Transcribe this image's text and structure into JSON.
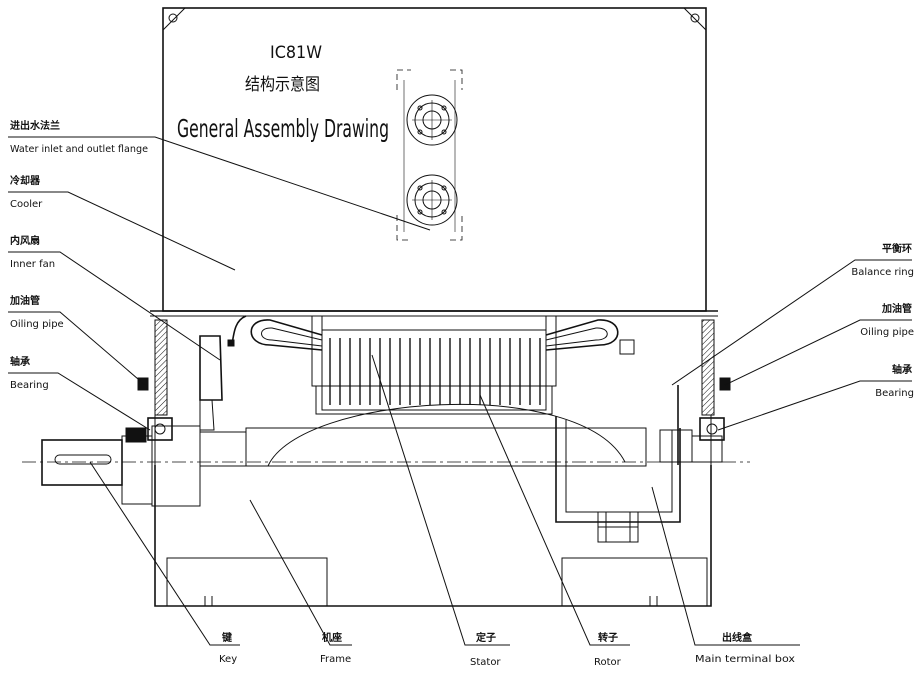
{
  "title": {
    "model": "IC81W",
    "cn": "结构示意图",
    "en": "General Assembly Drawing"
  },
  "labels": {
    "water_flange": {
      "cn": "进出水法兰",
      "en": "Water inlet and outlet flange"
    },
    "cooler": {
      "cn": "冷却器",
      "en": "Cooler"
    },
    "inner_fan": {
      "cn": "内风扇",
      "en": "Inner fan"
    },
    "oiling_pipe_left": {
      "cn": "加油管",
      "en": "Oiling pipe"
    },
    "bearing_left": {
      "cn": "轴承",
      "en": "Bearing"
    },
    "balance_ring": {
      "cn": "平衡环",
      "en": "Balance ring"
    },
    "oiling_pipe_right": {
      "cn": "加油管",
      "en": "Oiling pipe"
    },
    "bearing_right": {
      "cn": "轴承",
      "en": "Bearing"
    },
    "key": {
      "cn": "键",
      "en": "Key"
    },
    "frame": {
      "cn": "机座",
      "en": "Frame"
    },
    "stator": {
      "cn": "定子",
      "en": "Stator"
    },
    "rotor": {
      "cn": "转子",
      "en": "Rotor"
    },
    "terminal_box": {
      "cn": "出线盒",
      "en": "Main terminal box"
    }
  }
}
